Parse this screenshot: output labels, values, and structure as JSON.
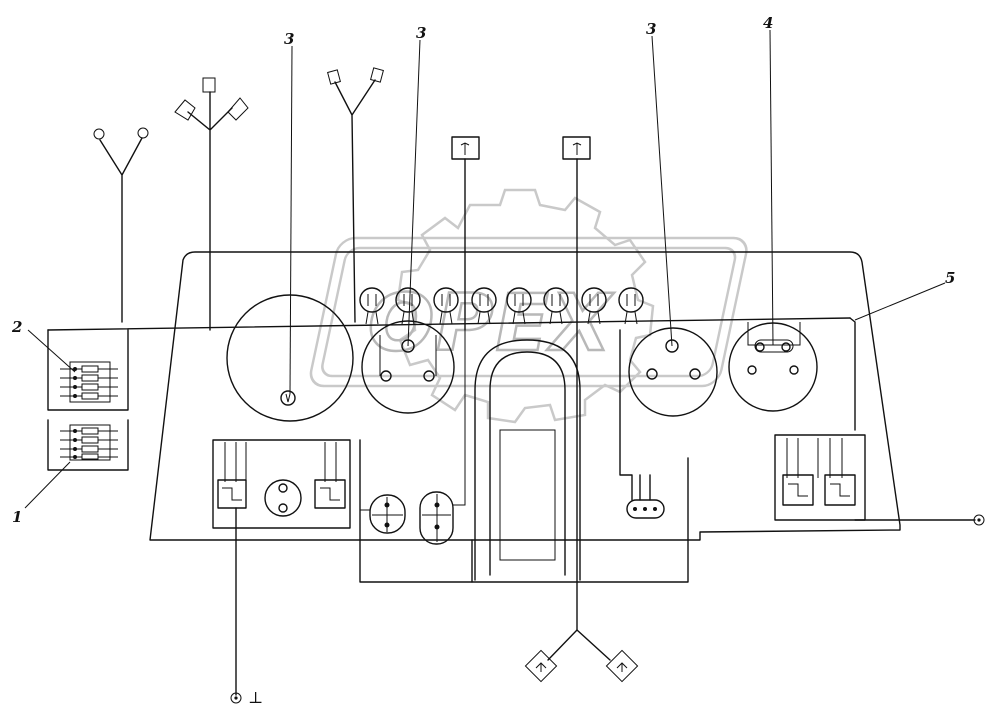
{
  "callouts": {
    "c1": "1",
    "c2": "2",
    "c3a": "3",
    "c3b": "3",
    "c3c": "3",
    "c4": "4",
    "c5": "5"
  },
  "watermark": {
    "text": "OPEX"
  },
  "ground_symbol": "⊥"
}
